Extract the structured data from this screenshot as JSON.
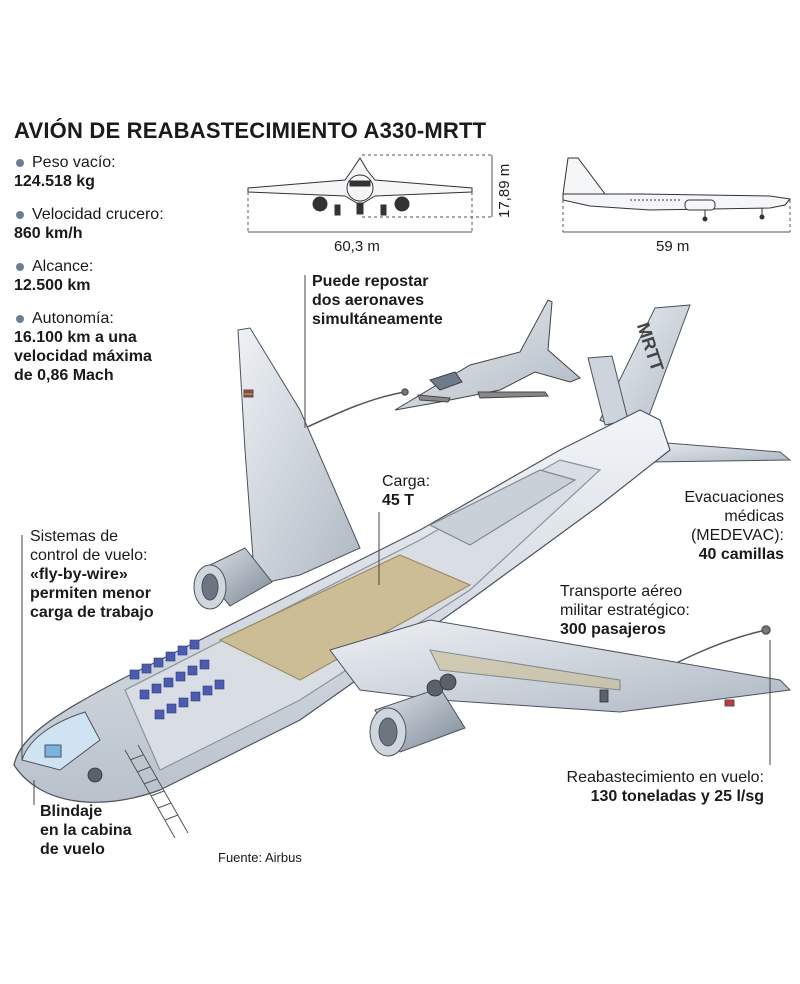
{
  "title": "AVIÓN DE REABASTECIMIENTO A330-MRTT",
  "specs": [
    {
      "label": "Peso vacío:",
      "value": "124.518 kg"
    },
    {
      "label": "Velocidad crucero:",
      "value": "860 km/h"
    },
    {
      "label": "Alcance:",
      "value": "12.500 km"
    },
    {
      "label": "Autonomía:",
      "value": "16.100 km a una\nvelocidad máxima\nde 0,86 Mach"
    }
  ],
  "dimensions": {
    "wingspan": "60,3 m",
    "height": "17,89 m",
    "length": "59 m"
  },
  "callouts": {
    "refuel_two": "Puede repostar\ndos aeronaves\nsimultáneamente",
    "cargo_label": "Carga:",
    "cargo_value": "45 T",
    "flight_control_lines": [
      "Sistemas de",
      "control de vuelo:"
    ],
    "flight_control_bold_lines": [
      "«fly-by-wire»",
      "permiten menor",
      "carga de trabajo"
    ],
    "medevac_lines": [
      "Evacuaciones",
      "médicas",
      "(MEDEVAC):"
    ],
    "medevac_value": "40 camillas",
    "transport_lines": [
      "Transporte aéreo",
      "militar estratégico:"
    ],
    "transport_value": "300 pasajeros",
    "inflight_label": "Reabastecimiento en vuelo:",
    "inflight_value": "130 toneladas y 25 l/sg",
    "armor": "Blindaje\nen la cabina\nde vuelo"
  },
  "tail_text": "MRTT",
  "source": "Fuente: Airbus",
  "colors": {
    "text": "#1a1a1a",
    "bullet": "#6b7f97",
    "fuselage": "#e4e9ef",
    "outline": "#4a5360",
    "seat": "#4a5bb0",
    "wood": "#cdbd94"
  }
}
